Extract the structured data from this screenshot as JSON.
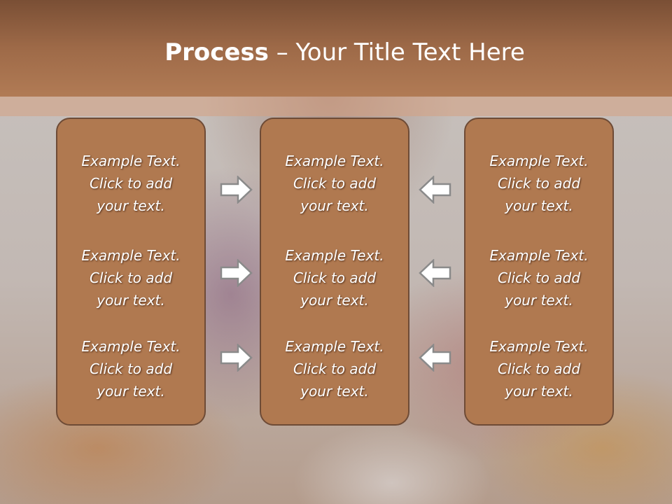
{
  "slide": {
    "title_bold": "Process",
    "title_rest": " – Your Title Text Here"
  },
  "columns": [
    {
      "items": [
        "Example Text.\nClick  to add\nyour text.",
        "Example Text.\nClick  to add\nyour text.",
        "Example Text.\nClick  to add\nyour text."
      ]
    },
    {
      "items": [
        "Example Text.\nClick  to add\nyour text.",
        "Example Text.\nClick  to add\nyour text.",
        "Example Text.\nClick  to add\nyour text."
      ]
    },
    {
      "items": [
        "Example Text.\nClick  to add\nyour text.",
        "Example Text.\nClick  to add\nyour text.",
        "Example Text.\nClick  to add\nyour text."
      ]
    }
  ],
  "arrows": {
    "left_group": [
      "right",
      "right",
      "right"
    ],
    "right_group": [
      "left",
      "left",
      "left"
    ]
  },
  "colors": {
    "header": "#9e6a48",
    "box_fill": "#b07950",
    "box_border": "#6e4b36",
    "arrow_fill": "#ffffff",
    "arrow_stroke": "#8a8a8a"
  }
}
